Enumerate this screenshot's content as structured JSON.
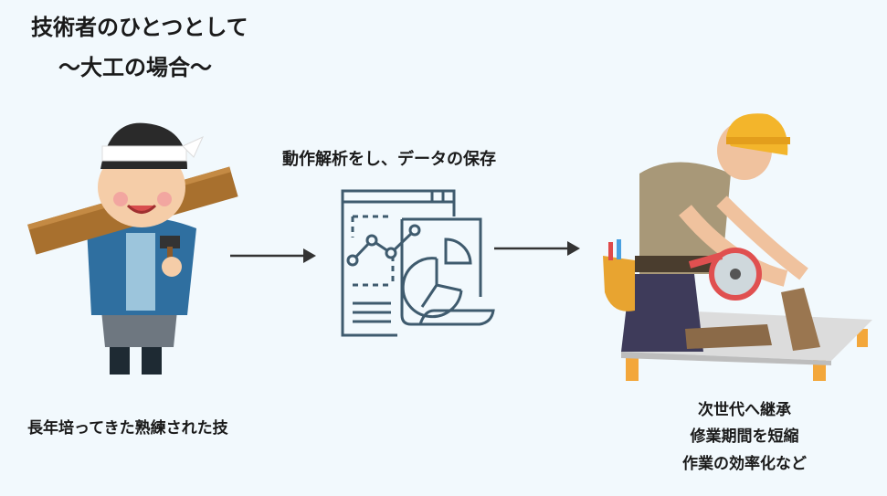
{
  "title": {
    "line1": "技術者のひとつとして",
    "line2": "〜大工の場合〜"
  },
  "left": {
    "caption": "長年培ってきた熟練された技",
    "illustration": "carpenter-with-lumber"
  },
  "middle": {
    "caption": "動作解析をし、データの保存",
    "icon": "data-analysis-report-icon"
  },
  "right": {
    "lines": [
      "次世代へ継承",
      "修業期間を短縮",
      "作業の効率化など"
    ],
    "illustration": "worker-with-circular-saw"
  },
  "colors": {
    "background": "#f2f9fd",
    "icon": "#3f5b6e",
    "arrow": "#333333"
  }
}
